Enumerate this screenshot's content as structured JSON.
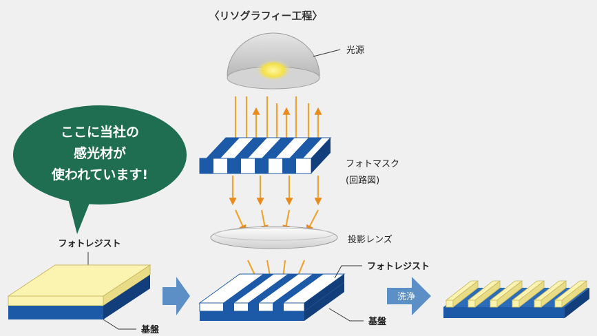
{
  "title": "〈リソグラフィー工程〉",
  "labels": {
    "light_source": "光源",
    "photomask_line1": "フォトマスク",
    "photomask_line2": "(回路図)",
    "projection_lens": "投影レンズ",
    "photoresist_right": "フォトレジスト",
    "substrate_middle": "基盤",
    "photoresist_left": "フォトレジスト",
    "substrate_left": "基盤",
    "wash": "洗浄"
  },
  "speech_bubble": {
    "line1": "ここに当社の",
    "line2": "感光材が",
    "line3": "使われています!"
  },
  "colors": {
    "background": "#f0f0f0",
    "resist_yellow": "#fbf3b0",
    "substrate_blue": "#1c5aa8",
    "substrate_dark": "#123f7c",
    "arrow_orange": "#f0a030",
    "bubble_green": "#1f6e52",
    "process_arrow": "#5b8fc6"
  }
}
